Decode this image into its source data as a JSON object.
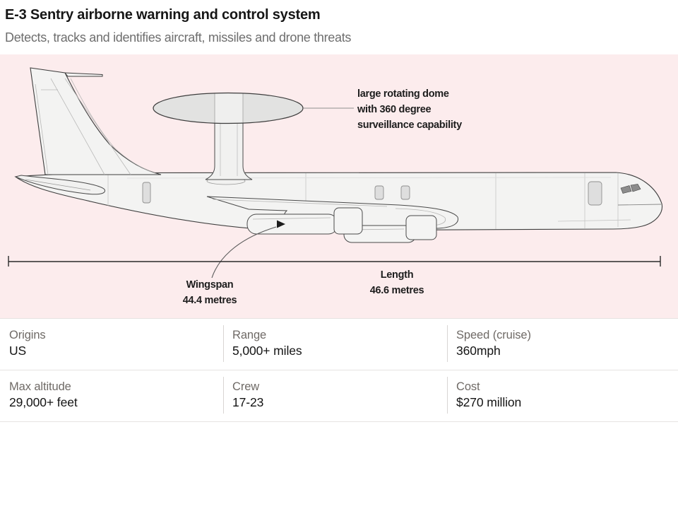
{
  "header": {
    "title": "E-3 Sentry airborne warning and control system",
    "subtitle": "Detects, tracks and identifies aircraft, missiles and drone threats"
  },
  "diagram": {
    "dome_annotation": {
      "line1": "large rotating dome",
      "line2": "with 360 degree",
      "line3": "surveillance capability"
    },
    "wingspan": {
      "label": "Wingspan",
      "value": "44.4 metres"
    },
    "length": {
      "label": "Length",
      "value": "46.6 metres"
    }
  },
  "specs": {
    "cells": [
      {
        "label": "Origins",
        "value": "US"
      },
      {
        "label": "Range",
        "value": "5,000+ miles"
      },
      {
        "label": "Speed (cruise)",
        "value": "360mph"
      },
      {
        "label": "Max altitude",
        "value": "29,000+ feet"
      },
      {
        "label": "Crew",
        "value": "17-23"
      },
      {
        "label": "Cost",
        "value": "$270 million"
      }
    ]
  },
  "colors": {
    "panel_pink": "#fceced",
    "aircraft_fill": "#f3f3f2",
    "aircraft_outline": "#3f3f3f",
    "dome_fill": "#e2e2e1",
    "label_gray": "#6f6a66",
    "value_black": "#141414",
    "rule_gray": "#e6e3e1"
  }
}
